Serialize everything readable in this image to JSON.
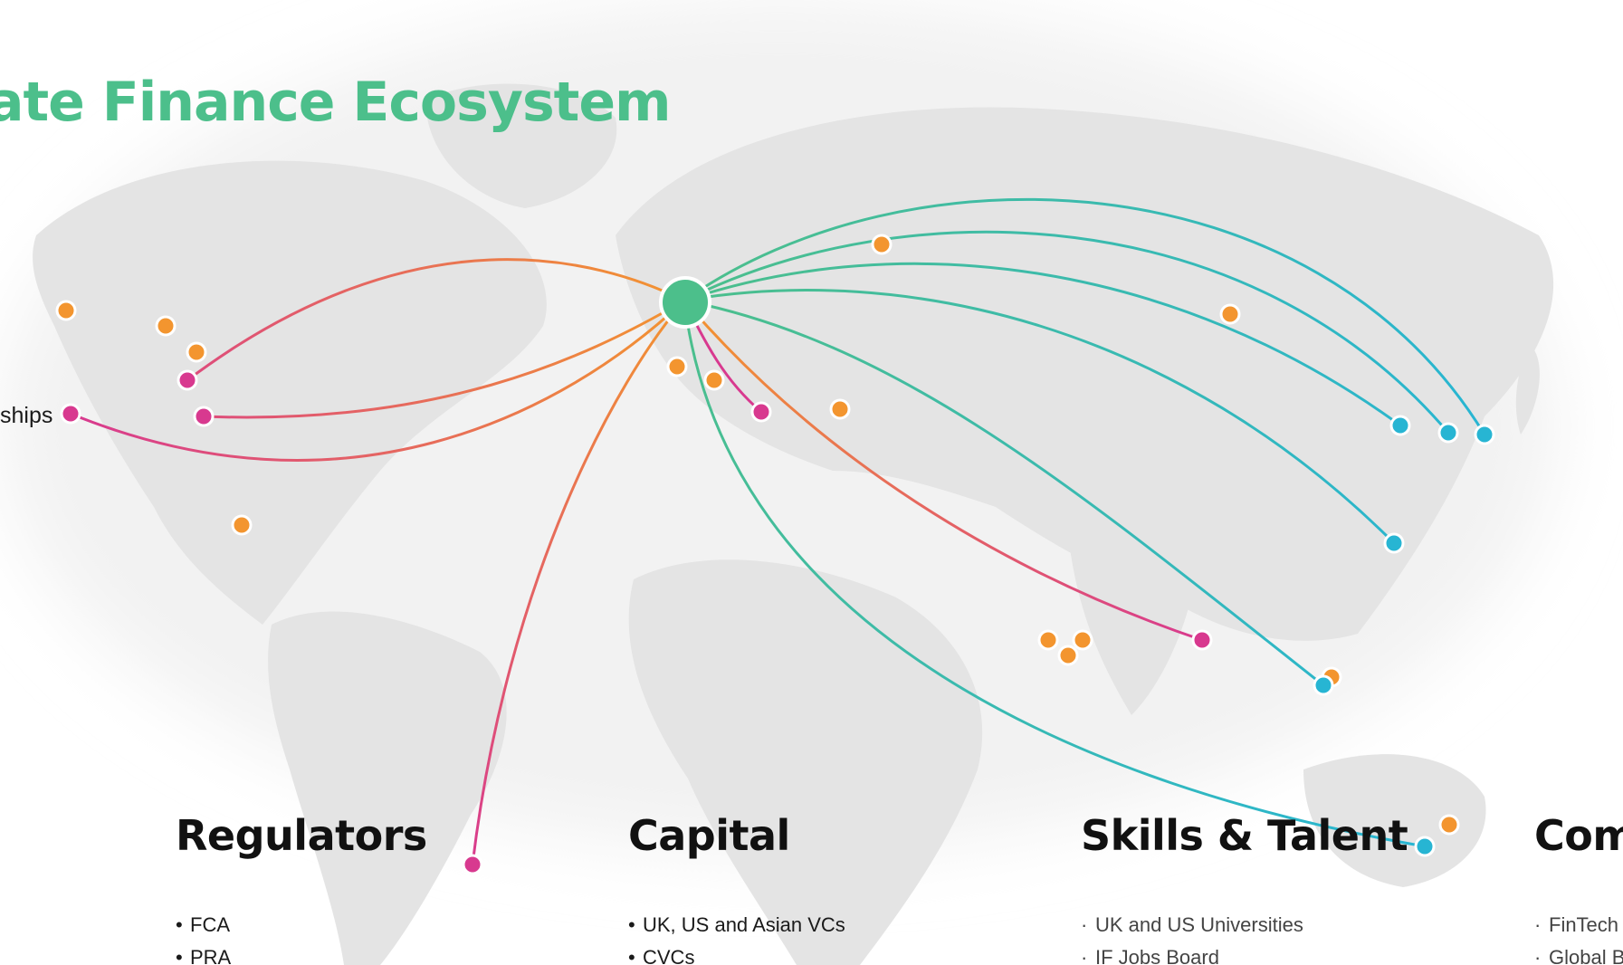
{
  "page": {
    "title": "ate Finance Ecosystem",
    "side_label": "ships"
  },
  "sections": [
    {
      "heading": "Regulators",
      "bullet": "•",
      "items": [
        "FCA",
        "PRA"
      ]
    },
    {
      "heading": "Capital",
      "bullet": "•",
      "items": [
        "UK, US and Asian VCs",
        "CVCs"
      ]
    },
    {
      "heading": "Skills & Talent",
      "bullet": "·",
      "items": [
        "UK and US Universities",
        "IF Jobs Board"
      ]
    },
    {
      "heading": "Comr",
      "bullet": "·",
      "items": [
        "FinTech S",
        "Global Ba"
      ]
    }
  ],
  "colors": {
    "title": "#4cbf8b",
    "hub": "#4cbf8b",
    "magenta": "#d8398f",
    "orange": "#f3952f",
    "teal": "#27b5d3",
    "map_land": "#e6e6e6"
  }
}
